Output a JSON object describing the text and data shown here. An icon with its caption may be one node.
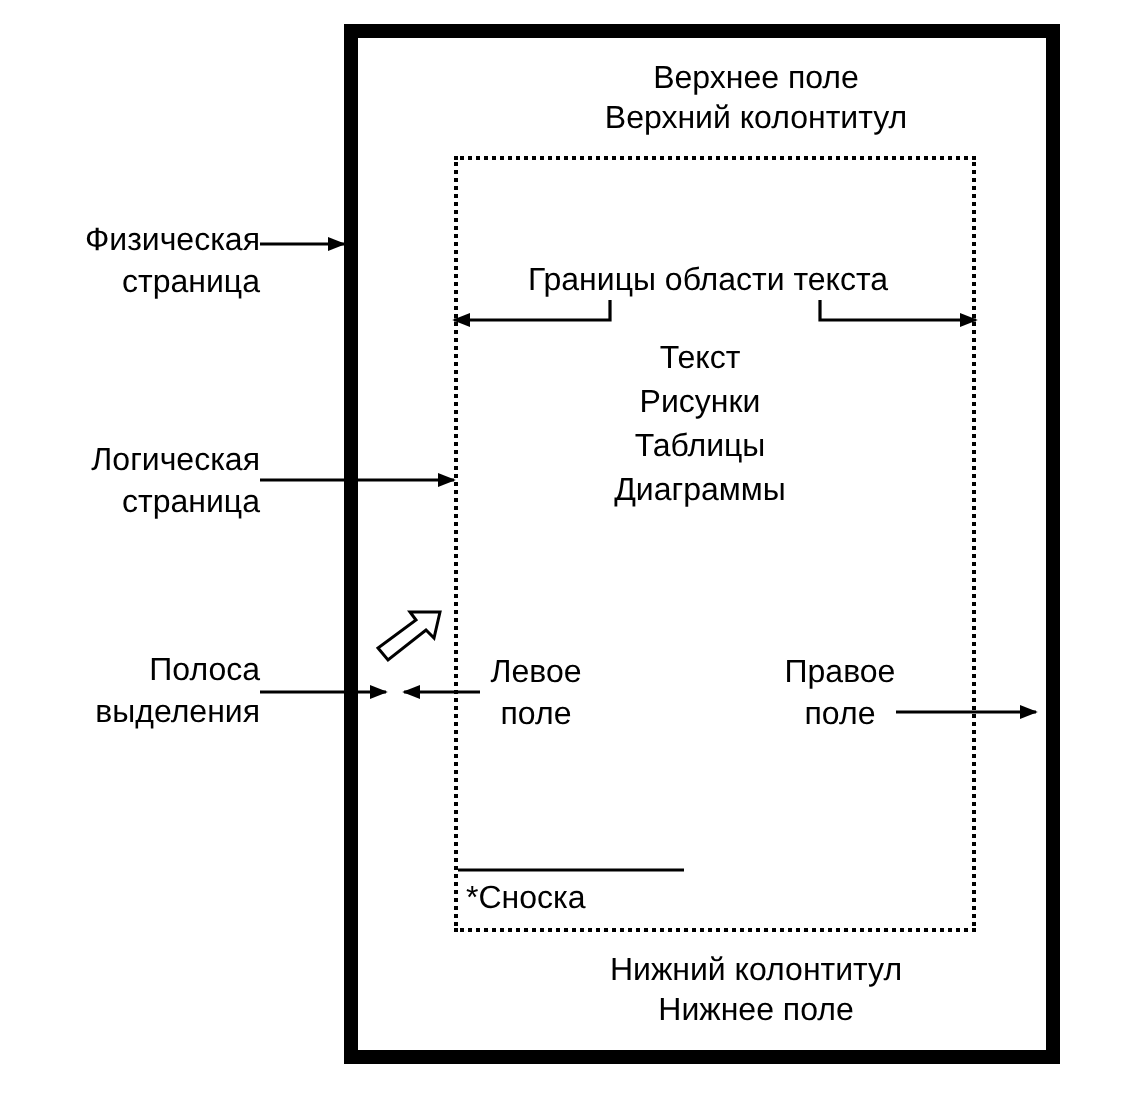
{
  "diagram": {
    "nodes": [
      {
        "text": [
          "Верхнее поле",
          "Верхний колонтитул",
          "Нижний колонтитул",
          "Нижнее поле"
        ]
      },
      {
        "text": [
          "Текст",
          "Рисунки",
          "Таблицы",
          "Диаграммы",
          "*Сноска"
        ],
        "in": 0
      },
      {
        "text": [
          "Физическая страница"
        ]
      },
      {
        "text": [
          "Логическая страница"
        ]
      },
      {
        "text": [
          "Полоса выделения"
        ]
      },
      {
        "text": [
          "Границы области текста"
        ],
        "in": 1
      },
      {
        "text": [
          "Левое поле"
        ],
        "in": 1
      },
      {
        "text": [
          "Правое поле"
        ],
        "in": 1
      }
    ],
    "edges": [
      {
        "from": 2,
        "to": 0,
        "arrow": "to"
      },
      {
        "from": 3,
        "to": 1,
        "arrow": "to"
      },
      {
        "from": 4,
        "to": 0,
        "arrow": "to"
      },
      {
        "from": 5,
        "to": 1,
        "arrow": "to"
      },
      {
        "from": 5,
        "to": 1,
        "arrow": "to"
      },
      {
        "from": 6,
        "to": 0,
        "arrow": "to"
      },
      {
        "from": 7,
        "to": 0,
        "arrow": "to"
      }
    ]
  }
}
